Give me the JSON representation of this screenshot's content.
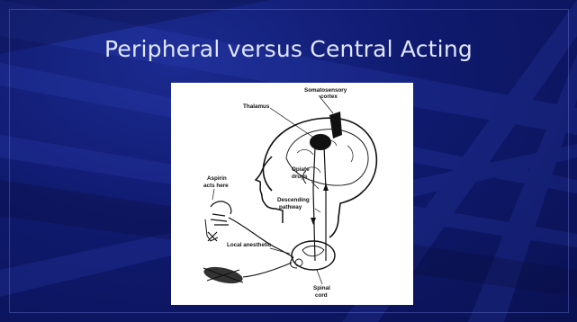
{
  "slide": {
    "title": "Peripheral versus Central Acting"
  },
  "figure": {
    "labels": {
      "somatosensory_1": "Somatosensory",
      "somatosensory_2": "cortex",
      "thalamus": "Thalamus",
      "opiate_1": "Opiate",
      "opiate_2": "drugs",
      "aspirin_1": "Aspirin",
      "aspirin_2": "acts here",
      "descending_1": "Descending",
      "descending_2": "pathway",
      "local_anesthetic": "Local anesthetic",
      "spinal_1": "Spinal",
      "spinal_2": "cord"
    }
  },
  "colors": {
    "background": "#0f1a6e",
    "title_text": "#dfe6ff",
    "panel": "#ffffff"
  }
}
